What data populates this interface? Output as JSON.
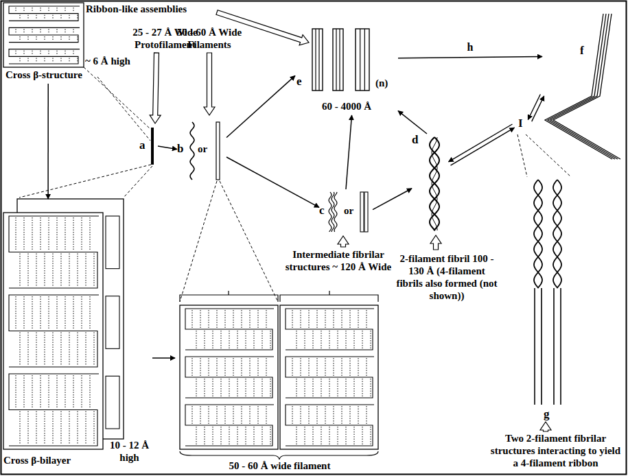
{
  "diagram": {
    "nodes": [
      {
        "text": [
          "Cross β-structure"
        ]
      },
      {
        "text": [
          "Cross β-bilayer",
          "10 - 12 Å high"
        ]
      },
      {
        "text": [
          "50 - 60 Å wide filament"
        ]
      },
      {
        "text": [
          "a"
        ]
      },
      {
        "text": [
          "b",
          "or"
        ]
      },
      {
        "text": [
          "c",
          "or"
        ]
      },
      {
        "text": [
          "d"
        ]
      },
      {
        "text": [
          "e",
          "(n)",
          "60 - 4000 Å"
        ]
      },
      {
        "text": [
          "I"
        ]
      },
      {
        "text": [
          "f"
        ]
      },
      {
        "text": [
          "g"
        ]
      }
    ],
    "edges": [
      {
        "from": 0,
        "to": 1,
        "arrow": "to"
      },
      {
        "from": 1,
        "to": 2,
        "arrow": "to"
      },
      {
        "from": 3,
        "to": 4,
        "arrow": "to"
      },
      {
        "from": 4,
        "to": 7,
        "arrow": "to"
      },
      {
        "from": 4,
        "to": 5,
        "arrow": "to"
      },
      {
        "from": 5,
        "to": 7,
        "arrow": "to"
      },
      {
        "from": 5,
        "to": 6,
        "arrow": "to"
      },
      {
        "from": 6,
        "to": 7,
        "arrow": "to"
      },
      {
        "from": 7,
        "to": 9,
        "label": "h",
        "arrow": "to"
      },
      {
        "from": 6,
        "to": 8,
        "arrow": "both"
      },
      {
        "from": 8,
        "to": 9,
        "arrow": "both"
      }
    ],
    "labels": [
      "Ribbon-like assemblies",
      "~ 6 Å high",
      "25 - 27 Å Wide Protofilament",
      "50 - 60 Å Wide Filaments",
      "Intermediate fibrilar structures ~ 120 Å Wide",
      "2-filament fibril 100 - 130 Å (4-filament fibrils also formed (not shown))",
      "Two 2-filament fibrilar structures interacting to yield a 4-filament ribbon"
    ]
  }
}
